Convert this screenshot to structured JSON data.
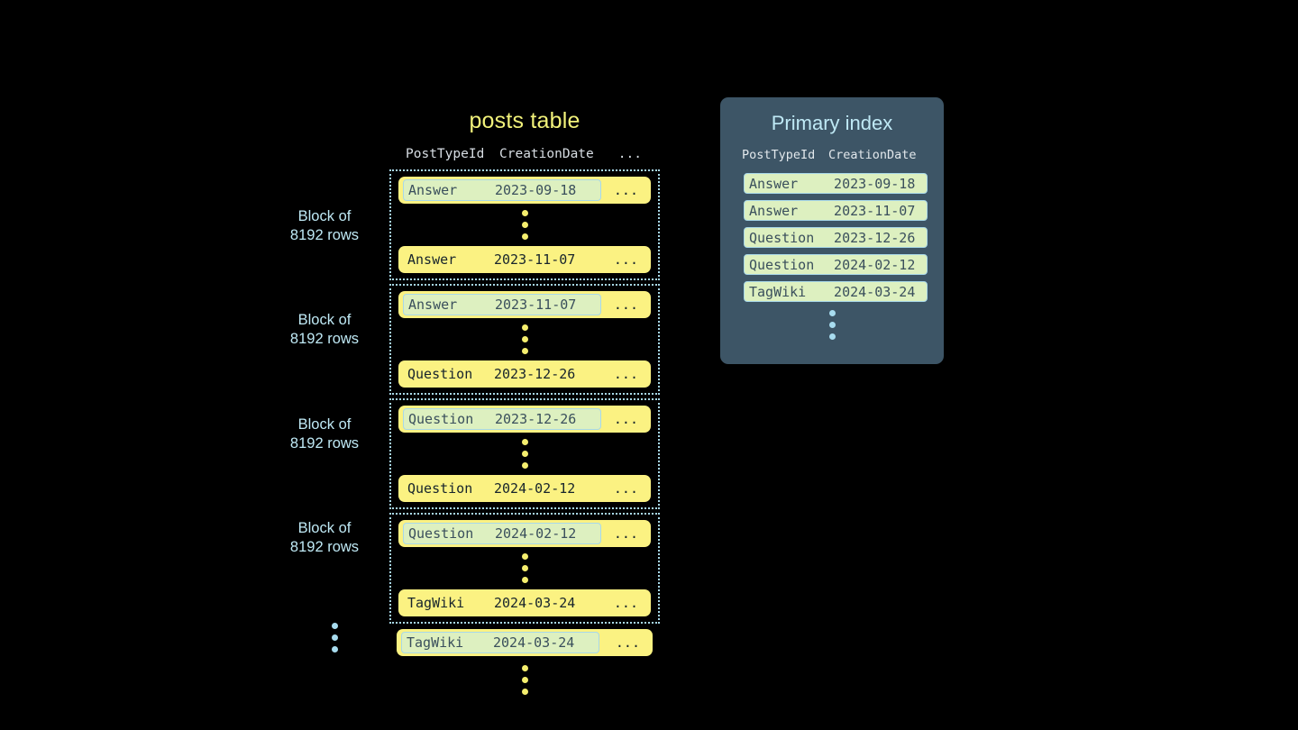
{
  "posts_table": {
    "title": "posts table",
    "columns": [
      "PostTypeId",
      "CreationDate",
      "..."
    ],
    "blocks": [
      {
        "label_line1": "Block of",
        "label_line2": "8192 rows",
        "first_row": {
          "post_type_id": "Answer",
          "creation_date": "2023-09-18",
          "ellipsis": "..."
        },
        "last_row": {
          "post_type_id": "Answer",
          "creation_date": "2023-11-07",
          "ellipsis": "..."
        }
      },
      {
        "label_line1": "Block of",
        "label_line2": "8192 rows",
        "first_row": {
          "post_type_id": "Answer",
          "creation_date": "2023-11-07",
          "ellipsis": "..."
        },
        "last_row": {
          "post_type_id": "Question",
          "creation_date": "2023-12-26",
          "ellipsis": "..."
        }
      },
      {
        "label_line1": "Block of",
        "label_line2": "8192 rows",
        "first_row": {
          "post_type_id": "Question",
          "creation_date": "2023-12-26",
          "ellipsis": "..."
        },
        "last_row": {
          "post_type_id": "Question",
          "creation_date": "2024-02-12",
          "ellipsis": "..."
        }
      },
      {
        "label_line1": "Block of",
        "label_line2": "8192 rows",
        "first_row": {
          "post_type_id": "Question",
          "creation_date": "2024-02-12",
          "ellipsis": "..."
        },
        "last_row": {
          "post_type_id": "TagWiki",
          "creation_date": "2024-03-24",
          "ellipsis": "..."
        }
      }
    ],
    "tail_row": {
      "post_type_id": "TagWiki",
      "creation_date": "2024-03-24",
      "ellipsis": "..."
    }
  },
  "primary_index": {
    "title": "Primary index",
    "columns": [
      "PostTypeId",
      "CreationDate"
    ],
    "rows": [
      {
        "post_type_id": "Answer",
        "creation_date": "2023-09-18"
      },
      {
        "post_type_id": "Answer",
        "creation_date": "2023-11-07"
      },
      {
        "post_type_id": "Question",
        "creation_date": "2023-12-26"
      },
      {
        "post_type_id": "Question",
        "creation_date": "2024-02-12"
      },
      {
        "post_type_id": "TagWiki",
        "creation_date": "2024-03-24"
      }
    ]
  },
  "colors": {
    "background": "#000000",
    "row_yellow": "#fbf282",
    "key_green": "#ddf0c0",
    "accent_blue": "#a8d8e8",
    "title_yellow": "#f2f27a",
    "panel_slate": "#3d5566"
  }
}
